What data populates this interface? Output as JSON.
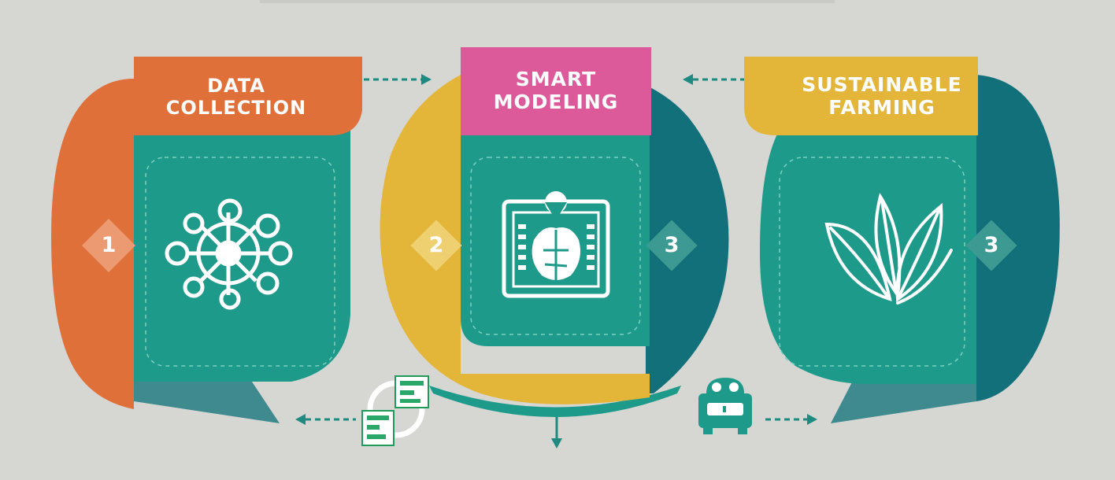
{
  "stages": [
    {
      "title": "DATA COLLECTION",
      "number": "1",
      "icon": "network-hub-icon"
    },
    {
      "title_line1": "SMART",
      "title_line2": "MODELING",
      "number": "2",
      "side_number": "3",
      "icon": "analysis-dashboard-icon"
    },
    {
      "title_line1": "SUSTAINABLE",
      "title_line2": "FARMING",
      "number": "3",
      "icon": "leaves-icon"
    }
  ],
  "small_icons": [
    "document-cycle-icon",
    "robot-device-icon"
  ],
  "colors": {
    "background": "#d6d6d3",
    "orange": "#e0703a",
    "teal": "#1e9a8a",
    "dark_teal": "#11707a",
    "yellow": "#e3b63a",
    "pink": "#dc5a9a"
  }
}
